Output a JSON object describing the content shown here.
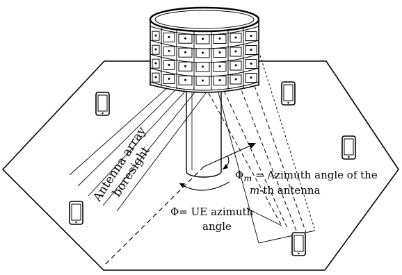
{
  "labels": {
    "phi_m_symbol": "Φ",
    "phi_m_subscript": "m",
    "phi_m_text": " = Azimuth angle of the",
    "m_th_italic": "m",
    "m_th_rest": "-th antenna",
    "phi_ue": "Φ= UE azimuth",
    "ue_angle": "angle",
    "boresight_line1": "Antenna array",
    "boresight_line2": "boresight"
  },
  "icons": [
    "phone-icon",
    "antenna-tower-icon",
    "cylindrical-antenna-array-icon"
  ],
  "colors": {
    "stroke": "#000000",
    "fill": "#ffffff"
  }
}
